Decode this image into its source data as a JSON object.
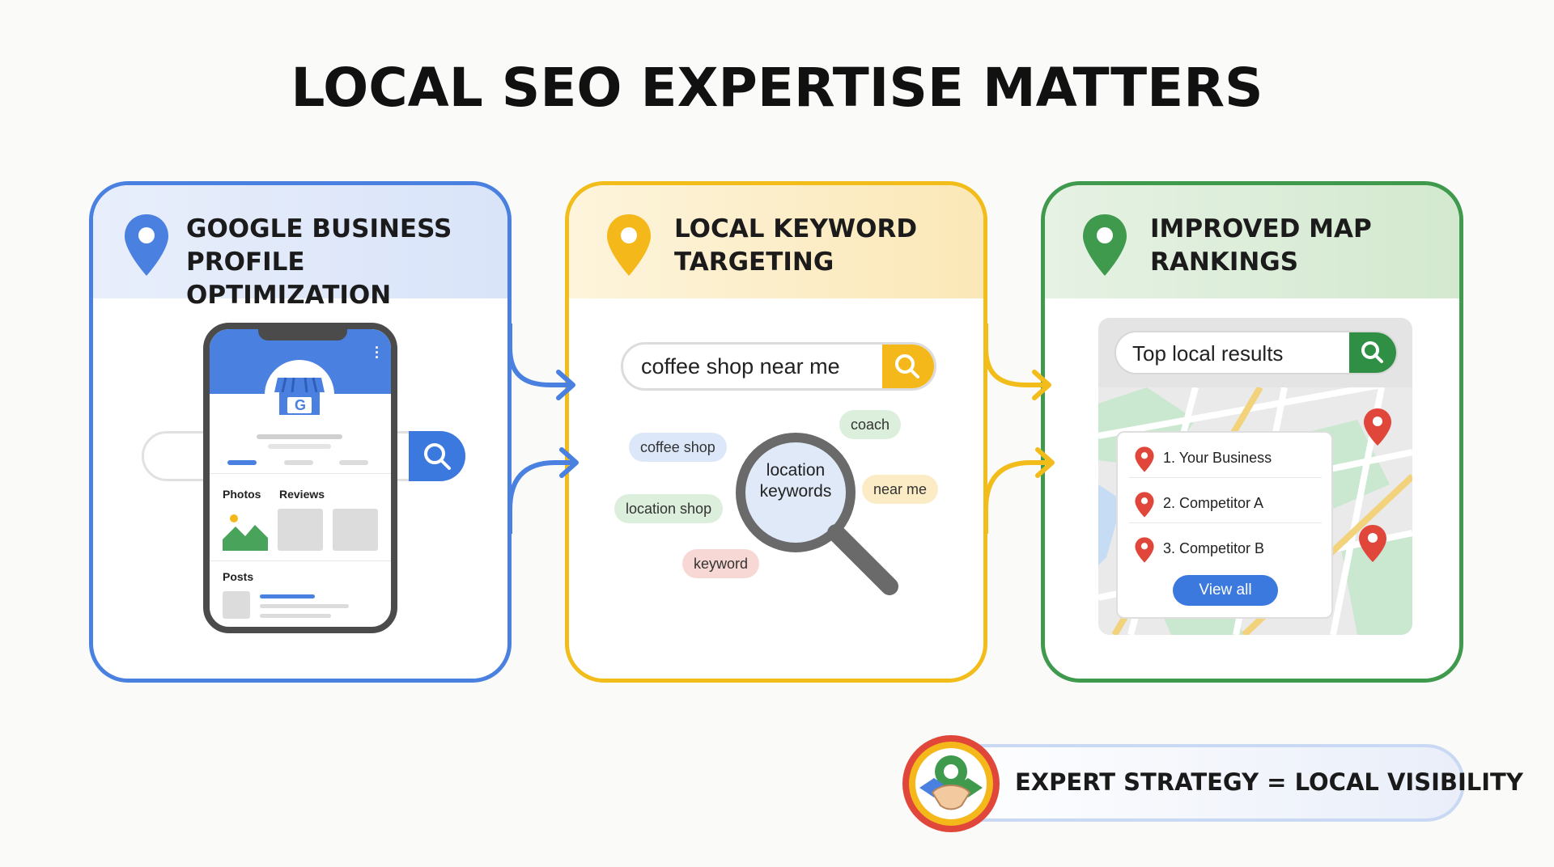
{
  "title": "LOCAL SEO EXPERTISE MATTERS",
  "colors": {
    "blue": "#4a80e0",
    "yellow": "#f2bc1a",
    "green": "#3f9a4e",
    "red": "#e0463a"
  },
  "panels": [
    {
      "heading": [
        "GOOGLE BUSINESS",
        "PROFILE OPTIMIZATION"
      ],
      "icon": "map-pin-icon",
      "phone": {
        "tab_photos": "Photos",
        "tab_reviews": "Reviews",
        "section_posts": "Posts",
        "logo_letter": "G"
      }
    },
    {
      "heading": [
        "LOCAL KEYWORD",
        "TARGETING"
      ],
      "icon": "map-pin-icon",
      "search_query": "coffee shop near me",
      "magnifier_text": [
        "location",
        "keywords"
      ],
      "chips": [
        "coffee shop",
        "coach",
        "near me",
        "location shop",
        "keyword"
      ]
    },
    {
      "heading": [
        "IMPROVED MAP",
        "RANKINGS"
      ],
      "icon": "map-pin-icon",
      "search_text": "Top local results",
      "results": [
        "1. Your Business",
        "2. Competitor A",
        "3. Competitor B"
      ],
      "view_all": "View all"
    }
  ],
  "banner": {
    "text": "EXPERT STRATEGY = LOCAL VISIBILITY",
    "icon": "handshake-gear-badge-icon"
  }
}
